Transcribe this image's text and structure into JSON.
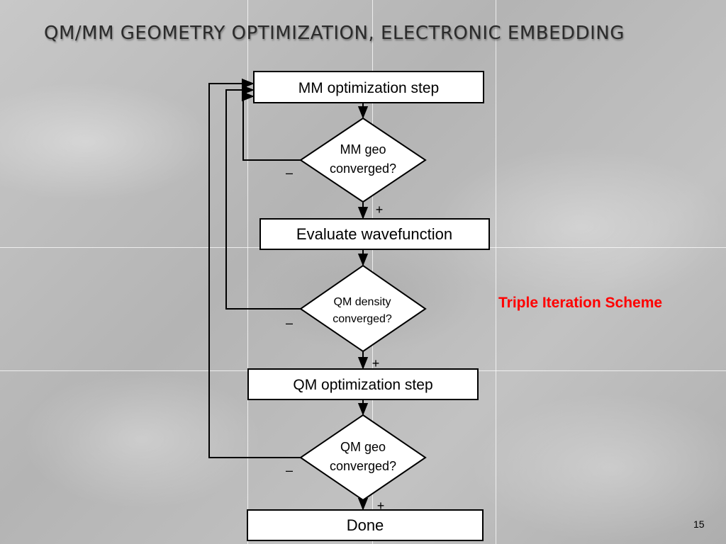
{
  "slide": {
    "title": "QM/MM GEOMETRY OPTIMIZATION, ELECTRONIC EMBEDDING",
    "annotation": "Triple Iteration Scheme",
    "annotation_color": "#ff0000",
    "page_number": "15"
  },
  "flowchart": {
    "steps": {
      "mm_step": "MM optimization step",
      "evaluate": "Evaluate wavefunction",
      "qm_step": "QM optimization step",
      "done": "Done"
    },
    "decisions": {
      "mm_geo": [
        "MM geo",
        "converged?"
      ],
      "qm_density": [
        "QM density",
        "converged?"
      ],
      "qm_geo": [
        "QM geo",
        "converged?"
      ]
    },
    "signs": {
      "yes": "+",
      "no": "–"
    }
  }
}
